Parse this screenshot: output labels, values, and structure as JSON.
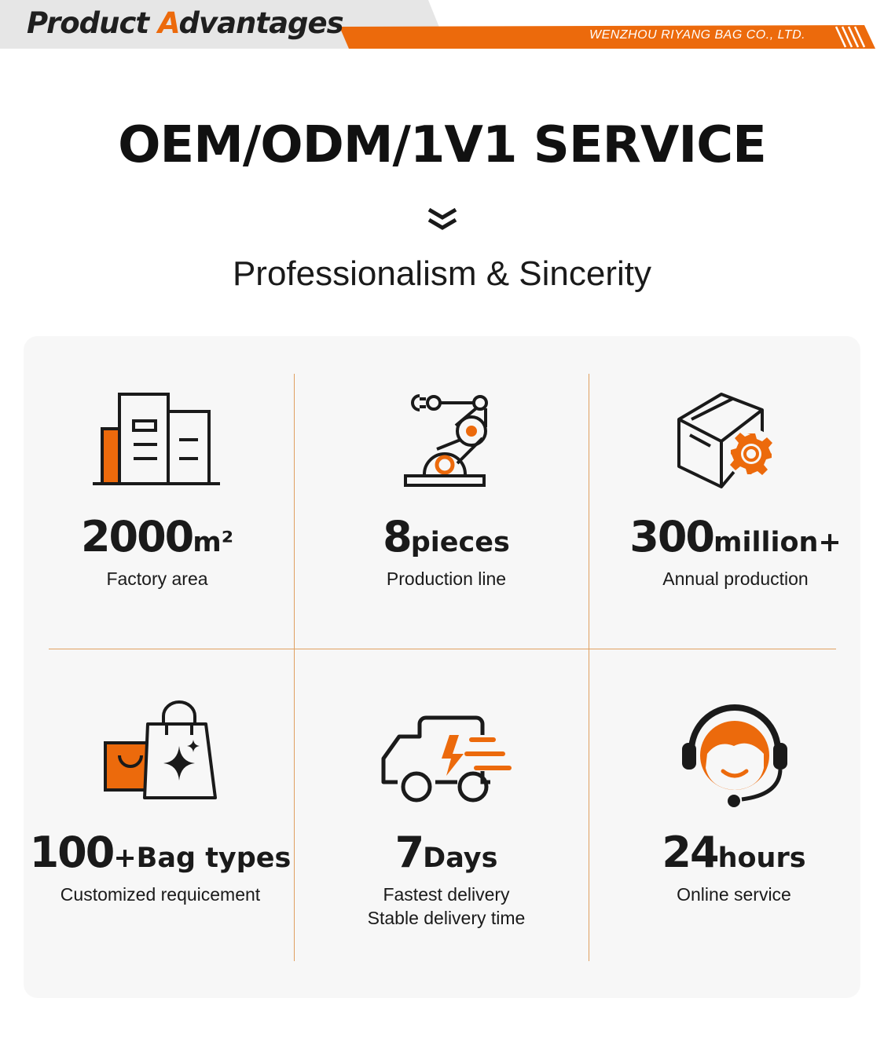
{
  "header": {
    "title_first": "Product ",
    "title_accent": "A",
    "title_rest": "dvantages",
    "company": "WENZHOU RIYANG BAG CO., LTD."
  },
  "main": {
    "title": "OEM/ODM/1V1 SERVICE",
    "subtitle": "Professionalism & Sincerity"
  },
  "features": [
    {
      "icon": "building-icon",
      "number": "2000",
      "unit": "m²",
      "desc": "Factory area"
    },
    {
      "icon": "robot-arm-icon",
      "number": "8",
      "unit": "pieces",
      "desc": "Production line"
    },
    {
      "icon": "box-gear-icon",
      "number": "300",
      "unit": "million+",
      "desc": "Annual production"
    },
    {
      "icon": "shopping-bags-icon",
      "number": "100",
      "unit": "+Bag types",
      "desc": "Customized requicement"
    },
    {
      "icon": "delivery-truck-icon",
      "number": "7",
      "unit": "Days",
      "desc": "Fastest delivery",
      "desc2": "Stable delivery time"
    },
    {
      "icon": "headset-agent-icon",
      "number": "24",
      "unit": "hours",
      "desc": "Online service"
    }
  ],
  "colors": {
    "accent": "#ec6a0c",
    "dark": "#1a1a1a",
    "panel": "#f7f7f7"
  }
}
